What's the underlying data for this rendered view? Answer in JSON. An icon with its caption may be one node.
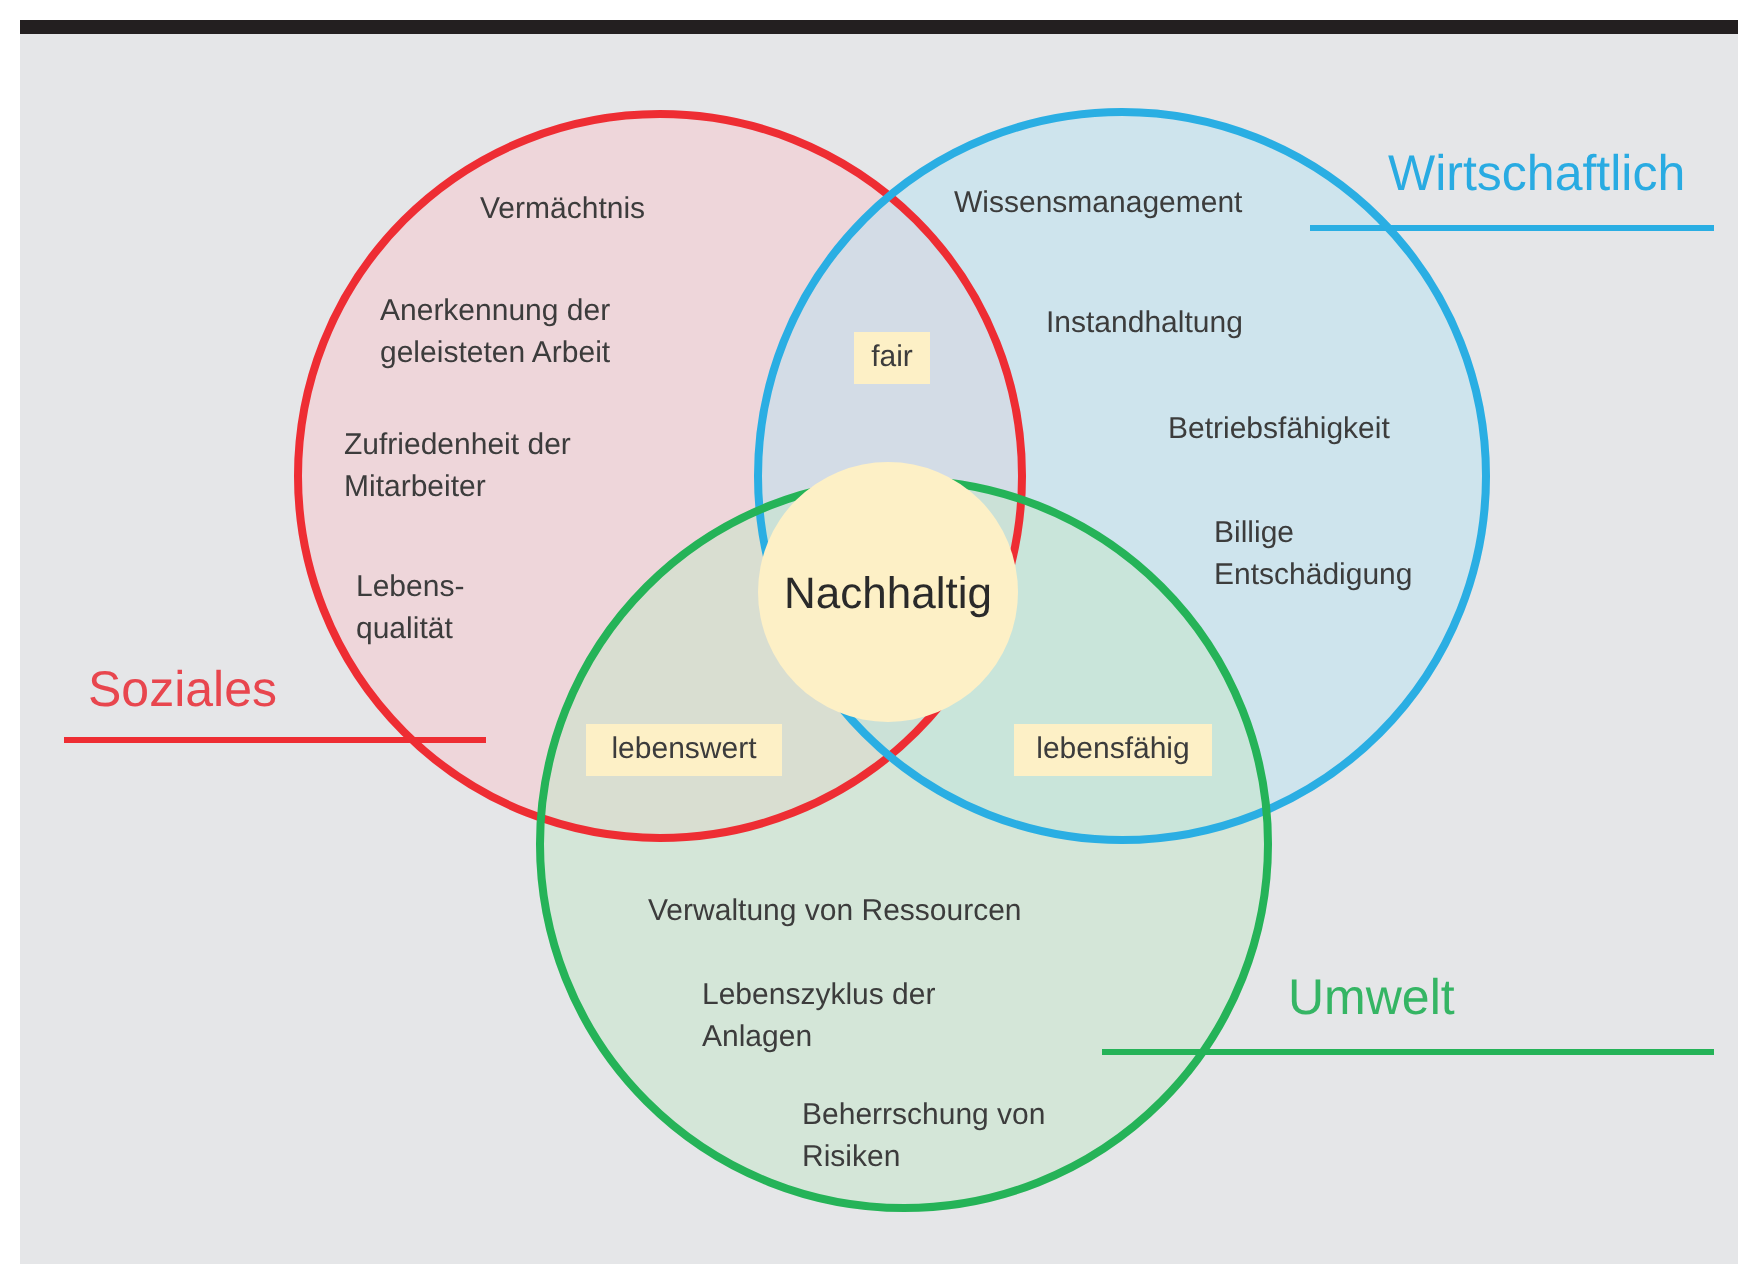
{
  "diagram": {
    "nodes": [
      {
        "text": [
          "Soziales",
          "Vermächtnis",
          "Anerkennung der geleisteten Arbeit",
          "Zufriedenheit der Mitarbeiter",
          "Lebens- qualität"
        ]
      },
      {
        "text": [
          "Wirtschaftlich",
          "Wissensmanagement",
          "Instandhaltung",
          "Betriebsfähigkeit",
          "Billige Entschädigung"
        ]
      },
      {
        "text": [
          "Umwelt",
          "Verwaltung von Ressourcen",
          "Lebenszyklus der Anlagen",
          "Beherrschung von Risiken"
        ]
      },
      {
        "text": [
          "fair"
        ]
      },
      {
        "text": [
          "lebenswert"
        ]
      },
      {
        "text": [
          "lebensfähig"
        ]
      },
      {
        "text": [
          "Nachhaltig"
        ]
      }
    ]
  }
}
